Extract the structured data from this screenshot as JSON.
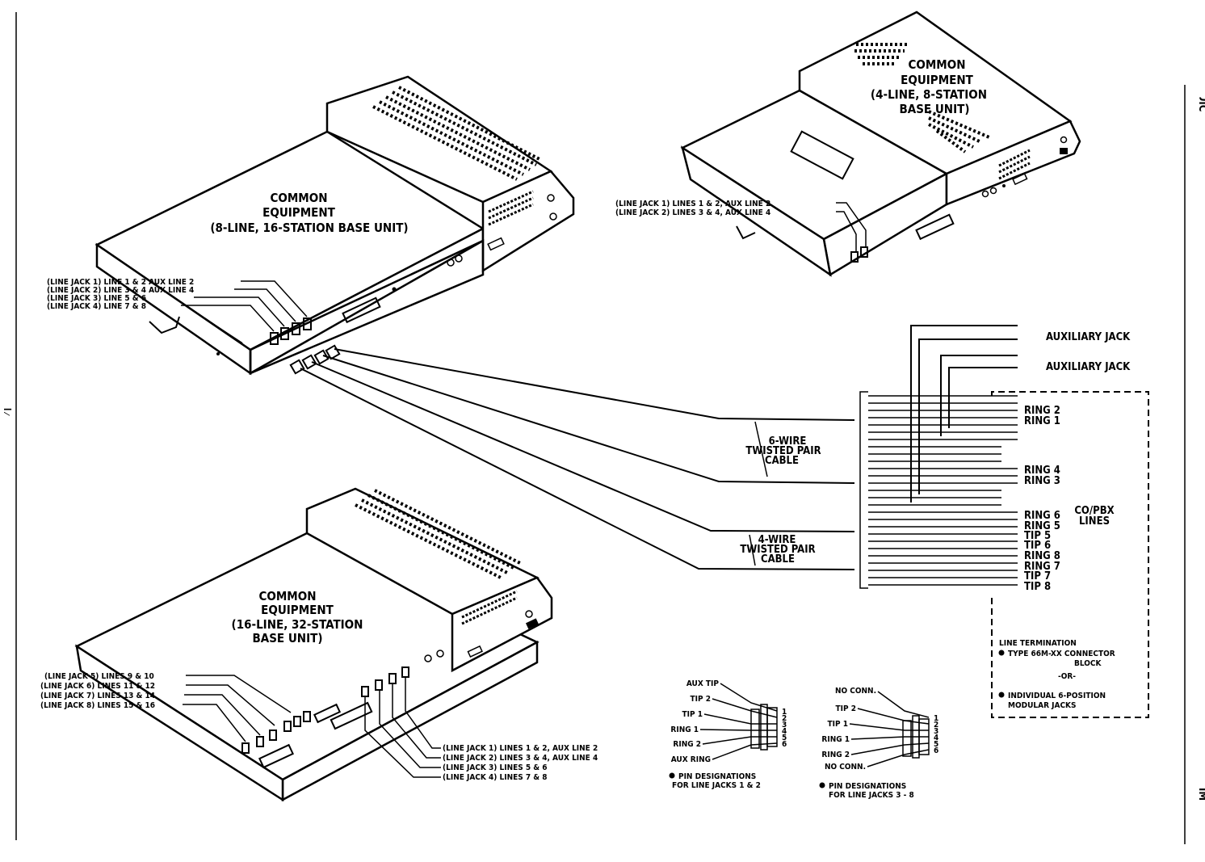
{
  "unit_16_station": {
    "title": [
      "COMMON",
      "EQUIPMENT",
      "(8-LINE, 16-STATION BASE UNIT)"
    ],
    "jack_labels": [
      "(LINE JACK 1) LINE 1 & 2 AUX LINE 2",
      "(LINE JACK 2) LINE 3 & 4 AUX LINE 4",
      "(LINE JACK 3) LINE 5 & 6",
      "(LINE JACK 4) LINE 7 & 8"
    ]
  },
  "unit_8_station": {
    "title": [
      "COMMON",
      "EQUIPMENT",
      "(4-LINE, 8-STATION",
      "BASE UNIT)"
    ],
    "jack_labels": [
      "(LINE JACK 1) LINES 1 & 2, AUX LINE 2",
      "(LINE JACK 2) LINES 3 & 4, AUX LINE 4"
    ]
  },
  "unit_32_station": {
    "title": [
      "COMMON",
      "EQUIPMENT",
      "(16-LINE, 32-STATION",
      "BASE UNIT)"
    ],
    "jack_labels_left": [
      "(LINE JACK 5) LINES 9 & 10",
      "(LINE JACK 6) LINES 11 & 12",
      "(LINE JACK 7) LINES 13 & 14",
      "(LINE JACK 8) LINES 15 & 16"
    ],
    "jack_labels_right": [
      "(LINE JACK 1) LINES 1 & 2, AUX LINE 2",
      "(LINE JACK 2) LINES 3 & 4, AUX LINE 4",
      "(LINE JACK 3) LINES 5 & 6",
      "(LINE JACK 4) LINES 7 & 8"
    ]
  },
  "cables": {
    "six_wire": [
      "6-WIRE",
      "TWISTED PAIR",
      "CABLE"
    ],
    "four_wire": [
      "4-WIRE",
      "TWISTED PAIR",
      "CABLE"
    ]
  },
  "aux_jacks": [
    "AUXILIARY JACK",
    "AUXILIARY JACK"
  ],
  "ring_tip_labels": [
    "RING 2",
    "RING 1",
    "RING 4",
    "RING 3",
    "RING 6",
    "RING 5",
    "TIP 5",
    "TIP 6",
    "RING 8",
    "RING 7",
    "TIP 7",
    "TIP 8"
  ],
  "co_pbx": [
    "CO/PBX",
    "LINES"
  ],
  "line_termination": {
    "heading": "LINE TERMINATION",
    "option_1": [
      "TYPE 66M-XX CONNECTOR",
      "BLOCK"
    ],
    "or": "-OR-",
    "option_2": [
      "INDIVIDUAL 6-POSITION",
      "MODULAR JACKS"
    ]
  },
  "pins_1_2": {
    "labels": [
      "AUX TIP",
      "TIP 2",
      "TIP 1",
      "RING 1",
      "RING 2",
      "AUX RING"
    ],
    "numbers": [
      "1",
      "2",
      "3",
      "4",
      "5",
      "6"
    ],
    "caption": [
      "PIN DESIGNATIONS",
      "FOR LINE JACKS 1 & 2"
    ]
  },
  "pins_3_8": {
    "labels": [
      "NO CONN.",
      "TIP 2",
      "TIP 1",
      "RING 1",
      "RING 2",
      "NO CONN."
    ],
    "numbers": [
      "1",
      "2",
      "3",
      "4",
      "5",
      "6"
    ],
    "caption": [
      "PIN DESIGNATIONS",
      "FOR LINE JACKS 3 - 8"
    ]
  },
  "margin_marks": [
    "ЛС",
    "IM"
  ]
}
